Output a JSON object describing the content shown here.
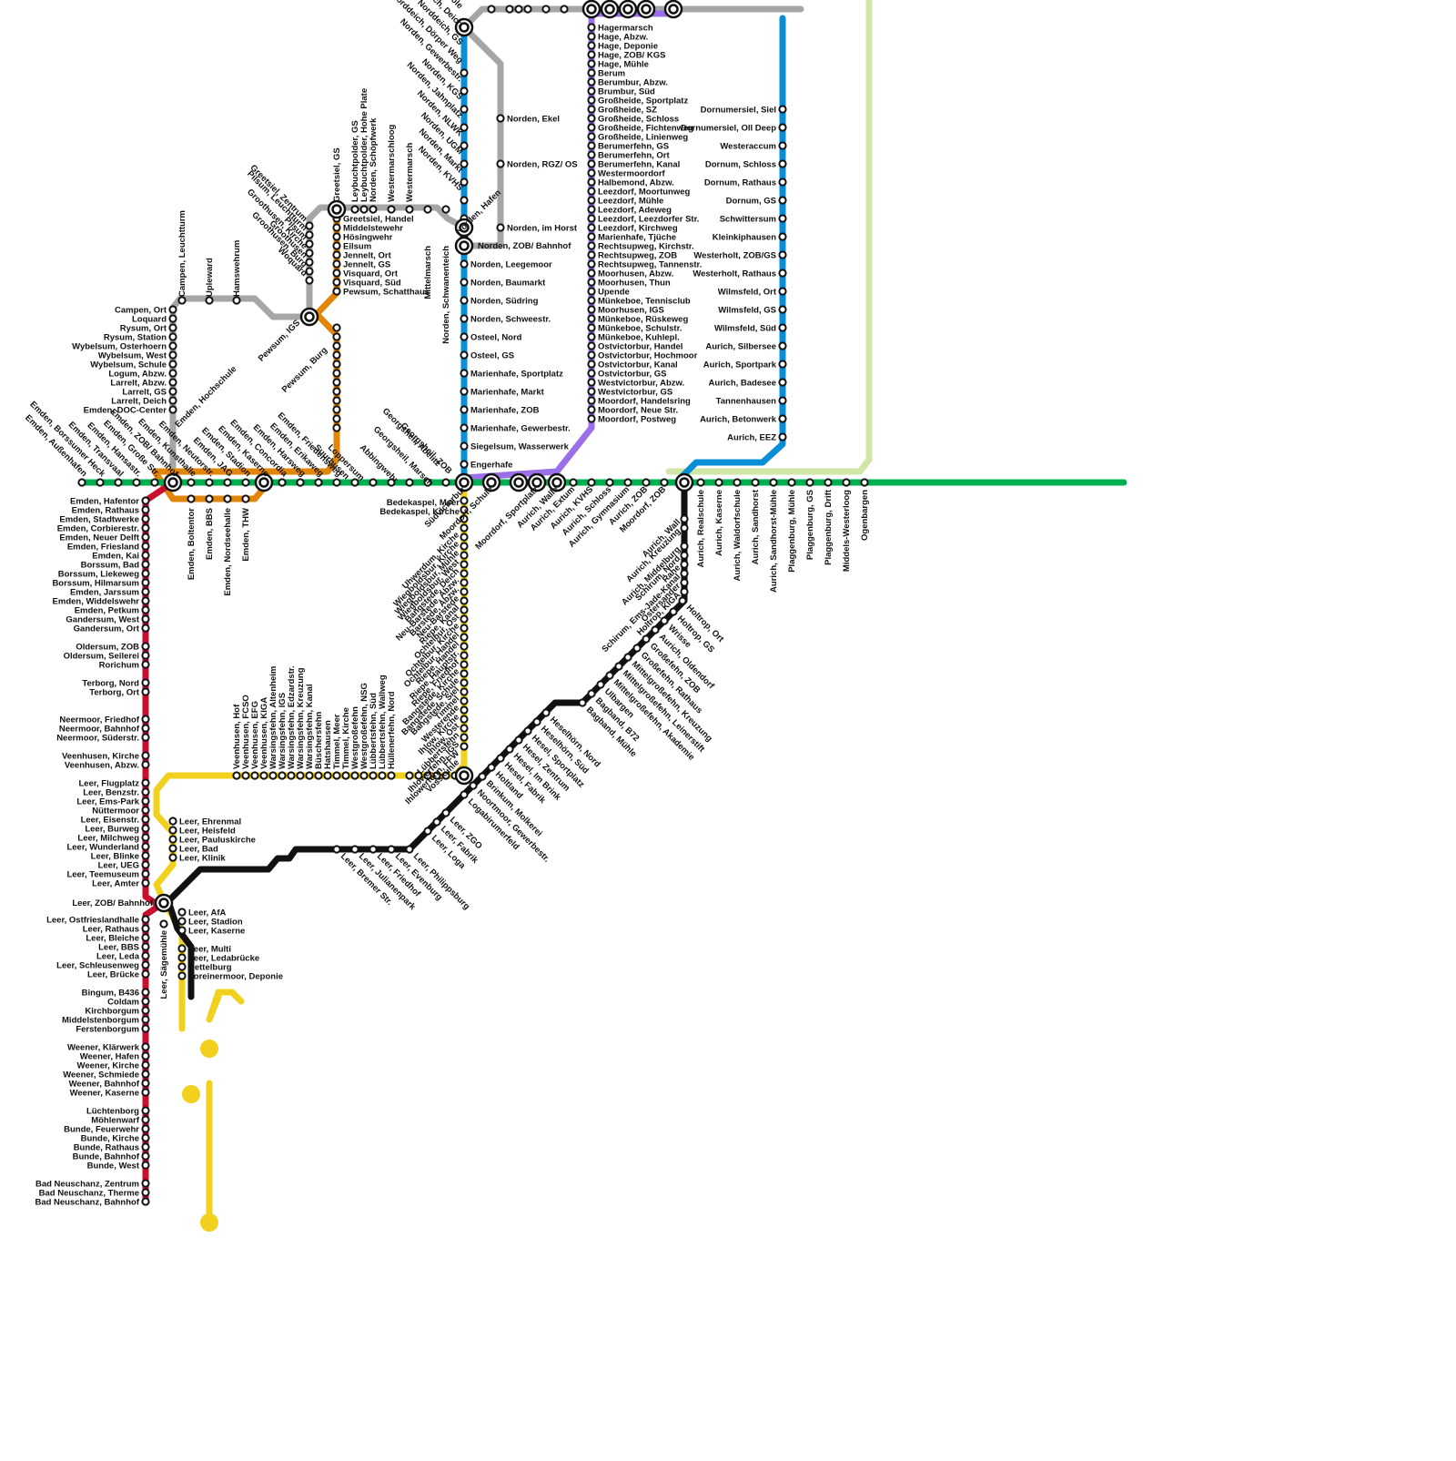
{
  "colors": {
    "emden_leer_bunde_red": "#c8102e",
    "norden_aurich_blue": "#0a8fd6",
    "mainline_green": "#00b050",
    "yellow": "#f2d01e",
    "black": "#111111",
    "gray": "#a6a6a6",
    "orange": "#e2860b",
    "purple": "#9b6fe8",
    "lightgreen": "#cfe6a6"
  },
  "stations": {
    "red_left": [
      "Emden, Hafentor",
      "Emden, Rathaus",
      "Emden, Stadtwerke",
      "Emden, Corbierestr.",
      "Emden, Neuer Delft",
      "Emden, Friesland",
      "Emden, Kai",
      "Borssum, Bad",
      "Borssum, Liekeweg",
      "Borssum, Hilmarsum",
      "Emden, Jarssum",
      "Emden, Widdelswehr",
      "Emden, Petkum",
      "Gandersum, West",
      "Gandersum, Ort",
      "Oldersum, ZOB",
      "Oldersum, Seilerei",
      "Rorichum",
      "Terborg, Nord",
      "Terborg, Ort",
      "Neermoor, Friedhof",
      "Neermoor, Bahnhof",
      "Neermoor, Süderstr.",
      "Veenhusen, Kirche",
      "Veenhusen, Abzw.",
      "Leer, Flugplatz",
      "Leer, Benzstr.",
      "Leer, Ems-Park",
      "Nüttermoor",
      "Leer, Eisenstr.",
      "Leer, Burweg",
      "Leer, Milchweg",
      "Leer, Wunderland",
      "Leer, Blinke",
      "Leer, UEG",
      "Leer, Teemuseum",
      "Leer, Amter",
      "Leer, ZOB/ Bahnhof",
      "Leer, Ostfrieslandhalle",
      "Leer, Rathaus",
      "Leer, Bleiche",
      "Leer, BBS",
      "Leer, Leda",
      "Leer, Schleusenweg",
      "Leer, Brücke",
      "Bingum, B436",
      "Coldam",
      "Kirchborgum",
      "Middelstenborgum",
      "Ferstenborgum",
      "Weener, Klärwerk",
      "Weener, Hafen",
      "Weener, Kirche",
      "Weener, Schmiede",
      "Weener, Bahnhof",
      "Weener, Kaserne",
      "Lüchtenborg",
      "Möhlenwarf",
      "Bunde, Feuerwehr",
      "Bunde, Kirche",
      "Bunde, Rathaus",
      "Bunde, Bahnhof",
      "Bunde, West",
      "Bad Neuschanz, Zentrum",
      "Bad Neuschanz, Therme",
      "Bad Neuschanz, Bahnhof"
    ],
    "krummhoern": [
      "Campen, Ort",
      "Loquard",
      "Rysum, Ort",
      "Rysum, Station",
      "Wybelsum, Osterhoern",
      "Wybelsum, West",
      "Wybelsum, Schule",
      "Logum, Abzw.",
      "Larrelt, Abzw.",
      "Larrelt, GS",
      "Larrelt, Deich",
      "Emden, DOC-Center"
    ],
    "krummhoern_top": [
      "Campen, Leuchtturm",
      "Upleward",
      "Hamswehrum"
    ],
    "emden_diag": [
      "Emden, Außenhafen",
      "Emden, Borssumer Heck",
      "Emden, Transvaal",
      "Emden, Hansastr.",
      "Emden, Große Str.",
      "Emden, ZOB/ Bahnhof",
      "Emden, Kunsthalle",
      "Emden, Neutorstr.",
      "Emden, Hochschule",
      "Emden, JAG",
      "Emden, Stadion",
      "Emden, Kaserne",
      "Emden, Concordia",
      "Emden, Harsweg",
      "Emden, Erikaweg",
      "Emden, Friedensweg"
    ],
    "emden_below": [
      "Emden, Boltentor",
      "Emden, BBS",
      "Emden, Nordseehalle",
      "Emden, THW"
    ],
    "pewsum_col": [
      "Greetsiel, Handel",
      "Middelstewehr",
      "Hösingwehr",
      "Eilsum",
      "Jennelt, Ort",
      "Jennelt, GS",
      "Visquard, Ort",
      "Visquard, Süd",
      "Pewsum, Schatthaus"
    ],
    "greetsiel_top": [
      "Greetsiel, GS",
      "Leybuchtpolder, GS",
      "Leybuchtpolder, Hohe Plate",
      "Norden, Schöpfwerk",
      "Westermarschloog",
      "Westermarsch",
      "Mittelmarsch",
      "Norden, Schwanenteich"
    ],
    "greetsiel_diag": [
      "Greetsiel, Zentrum",
      "Pilsum, Leuchtturm",
      "Pilsum",
      "Groothusen, Kirche",
      "Groothusen",
      "Groothusen, Burg",
      "Woquard"
    ],
    "pewsum_misc": [
      "Pewsum, IGS",
      "Pewsum, Burg",
      "Suurhusen",
      "Loppersum",
      "Abbingwehr",
      "Bedekaspel, Meer",
      "Bedekaspel, Kirche",
      "Georgsheil, Abelitz",
      "Georgsheil, Marsch",
      "Georgsheil, ZOB",
      "Bedekaspel, Meer",
      "Bedekaspel, Kirche"
    ],
    "norden_top": [
      "Norddeich, Mole",
      "Norddeich, Deich",
      "Norddeich, GS",
      "Norddeich, Dörper Weg",
      "Norden, Gewerbestr.",
      "Norden, KGS",
      "Norden, Jahnplatz",
      "Norden, NLWK",
      "Norden, UGM",
      "Norden, Markt",
      "Norden, KVHS",
      "Norden, Hafen"
    ],
    "norden_right": [
      "Norden, Ekel",
      "Norden, RGZ/ OS",
      "Norden, im Horst",
      "Norden, ZOB/ Bahnhof"
    ],
    "blue_mid": [
      "Norden, Leegemoor",
      "Norden, Baumarkt",
      "Norden, Südring",
      "Norden, Schweestr.",
      "Osteel, Nord",
      "Osteel, GS",
      "Marienhafe, Sportplatz",
      "Marienhafe, Markt",
      "Marienhafe, ZOB",
      "Marienhafe, Gewerbestr.",
      "Siegelsum, Wasserwerk",
      "Engerhafe"
    ],
    "purple_col": [
      "Hagermarsch",
      "Hage, Abzw.",
      "Hage, Deponie",
      "Hage, ZOB/ KGS",
      "Hage, Mühle",
      "Berum",
      "Berumbur, Abzw.",
      "Brumbur, Süd",
      "Großheide, Sportplatz",
      "Großheide, SZ",
      "Großheide, Schloss",
      "Großheide, Fichtenweg",
      "Großheide, Linienweg",
      "Berumerfehn, GS",
      "Berumerfehn, Ort",
      "Berumerfehn, Kanal",
      "Westermoordorf",
      "Halbemond, Abzw.",
      "Leezdorf, Moortunweg",
      "Leezdorf, Mühle",
      "Leezdorf, Adeweg",
      "Leezdorf, Leezdorfer Str.",
      "Leezdorf, Kirchweg",
      "Marienhafe, Tjüche",
      "Rechtsupweg, Kirchstr.",
      "Rechtsupweg, ZOB",
      "Rechtsupweg, Tannenstr.",
      "Moorhusen, Abzw.",
      "Moorhusen, Thun",
      "Upende",
      "Münkeboe, Tennisclub",
      "Moorhusen, IGS",
      "Münkeboe, Rüskeweg",
      "Münkeboe, Schulstr.",
      "Münkeboe, Kuhlepl.",
      "Ostvictorbur, Handel",
      "Ostvictorbur, Hochmoor",
      "Ostvictorbur, Kanal",
      "Ostvictorbur, GS",
      "Westvictorbur, Abzw.",
      "Westvictorbur, GS",
      "Moordorf, Handelsring",
      "Moordorf, Neue Str.",
      "Moordorf, Postweg"
    ],
    "blue_right": [
      "Dornumersiel, Siel",
      "Dornumersiel, Oll Deep",
      "Westeraccum",
      "Dornum, Schloss",
      "Dornum, Rathaus",
      "Dornum, GS",
      "Schwittersum",
      "Kleinkiphausen",
      "Westerholt, ZOB/GS",
      "Westerholt, Rathaus",
      "Wilmsfeld, Ort",
      "Wilmsfeld, GS",
      "Wilmsfeld, Süd",
      "Aurich, Silbersee",
      "Aurich, Sportpark",
      "Aurich, Badesee",
      "Tannenhausen",
      "Aurich, Betonwerk",
      "Aurich, EEZ"
    ],
    "green_east": [
      "Aurich, Realschule",
      "Aurich, Kaserne",
      "Aurich, Waldorfschule",
      "Aurich, Sandhorst",
      "Aurich, Sandhorst-Mühle",
      "Plaggenburg, Mühle",
      "Plaggenburg, GS",
      "Plaggenburg, Drift",
      "Middels-Westerloog",
      "Ogenbargen"
    ],
    "green_mid": [
      "Südvictorbur",
      "Moordorf, Schule",
      "Moordorf, Sportplatz",
      "Aurich, Walle",
      "Aurich, Extum",
      "Aurich, KVHS",
      "Aurich, Schloss",
      "Aurich, Gymnasium",
      "Aurich, ZOB",
      "Moordorf, ZOB"
    ],
    "yellow_col": [
      "Uhwerdum, Kirche",
      "Wiegboldsbur, Kirche",
      "Wiegboldsbur, Mühle",
      "Wiegboldsbur, West",
      "Bangstede, Deich",
      "Neu-Barstede, Abzw.",
      "Barstede, Abzw.",
      "Neu-Barstede",
      "Riepe, Kanal",
      "Ochtelbur, Ost",
      "Ochtelbur, Kirche",
      "Ochtelbur, Handel",
      "Riepe, Handel",
      "Riepe, Hauptstr.",
      "Riepe, Friedhof",
      "Bangstede, Kirche",
      "Bangstede, Schule",
      "Bangstede, Siel",
      "Timmel",
      "Westerende",
      "Ihlow, Kirche",
      "Ihlow, Ost",
      "Lübbertsfehn",
      "Ihlowerfehn, IGS",
      "Ihlowerfehn, FFW",
      "Vosskuhle"
    ],
    "veenhusen_row": [
      "Veenhusen, Hof",
      "Veenhusen, FCSO",
      "Veenhusen, EFG",
      "Veenhusen, KIGA",
      "Warsingsfehn, Altenheim",
      "Warsingsfehn, IGS",
      "Warsingsfehn, Edzardstr.",
      "Warsingsfehn, Kreuzung",
      "Warsingsfehn, Kanal",
      "Büschersfehn",
      "Hatshausen",
      "Timmel, Meer",
      "Timmel, Kirche",
      "Westgroßefehn",
      "Westgroßefehn, NSG",
      "Lübbertsfehn, Süd",
      "Lübbertsfehn, Wallweg",
      "Hüllenerfehn, Nord"
    ],
    "leer_inner": [
      "Leer, Ehrenmal",
      "Leer, Heisfeld",
      "Leer, Pauluskirche",
      "Leer, Bad",
      "Leer, Klinik"
    ],
    "leer_south": [
      "Leer, AfA",
      "Leer, Stadion",
      "Leer, Kaserne",
      "Leer, Multi",
      "Leer, Ledabrücke",
      "Nettelburg",
      "Loreinermoor, Deponie",
      "Leer, Sägemühle"
    ],
    "black_row": [
      "Leer, Bremer Str.",
      "Leer, Julianenpark",
      "Leer, Friedhof",
      "Leer, Evenburg",
      "Leer, Philippsburg",
      "Leer, Loga",
      "Leer, Fabrik",
      "Leer, ZGO",
      "Logabirumerfeld",
      "Noortmoor, Gewerbestr.",
      "Brinkum, Molkerei",
      "Holtland",
      "Hesel, Fabrik",
      "Hesel, Im Brink",
      "Hesel, Zentrum",
      "Hesel, Sportplatz",
      "Heselhörn, Süd",
      "Heselhörn, Nord",
      "Bagband, Mühle",
      "Bagband, B72",
      "Ulbargen",
      "Mittelgroßefehn, Akademie",
      "Mittelgroßefehn, Leinerstift",
      "Mittelgroßefehn, Kreuzung",
      "Großefehn, Rathaus",
      "Großefehn, ZOB",
      "Aurich, Oldendorf",
      "Wrisse",
      "Holtrop, GS",
      "Holtrop, Ort",
      "Holtrop, KIGA",
      "Ostersander",
      "Schirum, Ems-Jade-Kanal",
      "Rahe",
      "Schirum, Nord",
      "Aurich, Middelburg",
      "Aurich, Kreuzung",
      "Aurich, Wall"
    ]
  }
}
